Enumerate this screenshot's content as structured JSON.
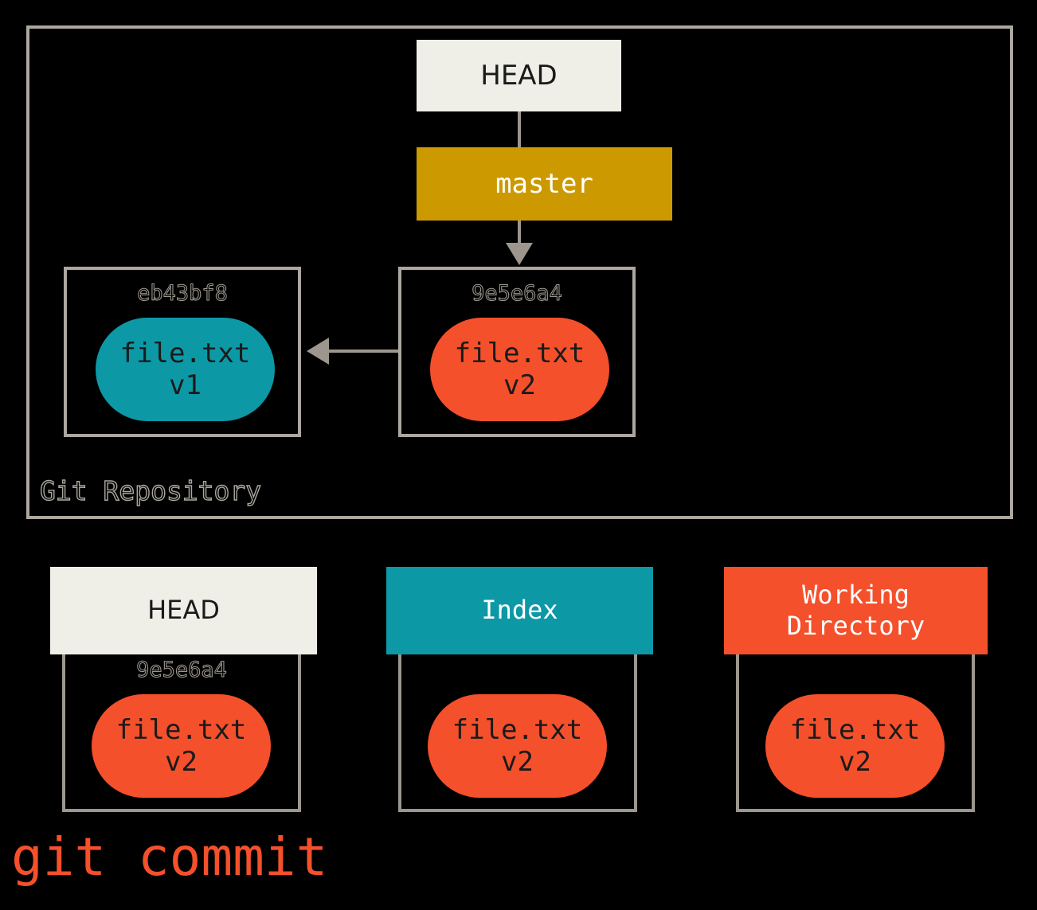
{
  "diagram": {
    "caption": "git commit",
    "colors": {
      "background": "#000000",
      "frame_border": "#ACA79F",
      "connector": "#9C968E",
      "head_cream": "#EFEFE8",
      "branch_gold": "#CC9A00",
      "blob_teal": "#0D98A6",
      "blob_red": "#F4502B"
    }
  },
  "repository": {
    "label": "Git Repository",
    "head_ref": "HEAD",
    "branch_ref": "master",
    "commits": [
      {
        "hash": "eb43bf8",
        "blob_name": "file.txt",
        "blob_version": "v1",
        "blob_color": "teal"
      },
      {
        "hash": "9e5e6a4",
        "blob_name": "file.txt",
        "blob_version": "v2",
        "blob_color": "red"
      }
    ]
  },
  "columns": [
    {
      "title": "HEAD",
      "hash": "9e5e6a4",
      "blob_name": "file.txt",
      "blob_version": "v2"
    },
    {
      "title": "Index",
      "hash": "",
      "blob_name": "file.txt",
      "blob_version": "v2"
    },
    {
      "title": "Working\nDirectory",
      "title_line1": "Working",
      "title_line2": "Directory",
      "hash": "",
      "blob_name": "file.txt",
      "blob_version": "v2"
    }
  ]
}
